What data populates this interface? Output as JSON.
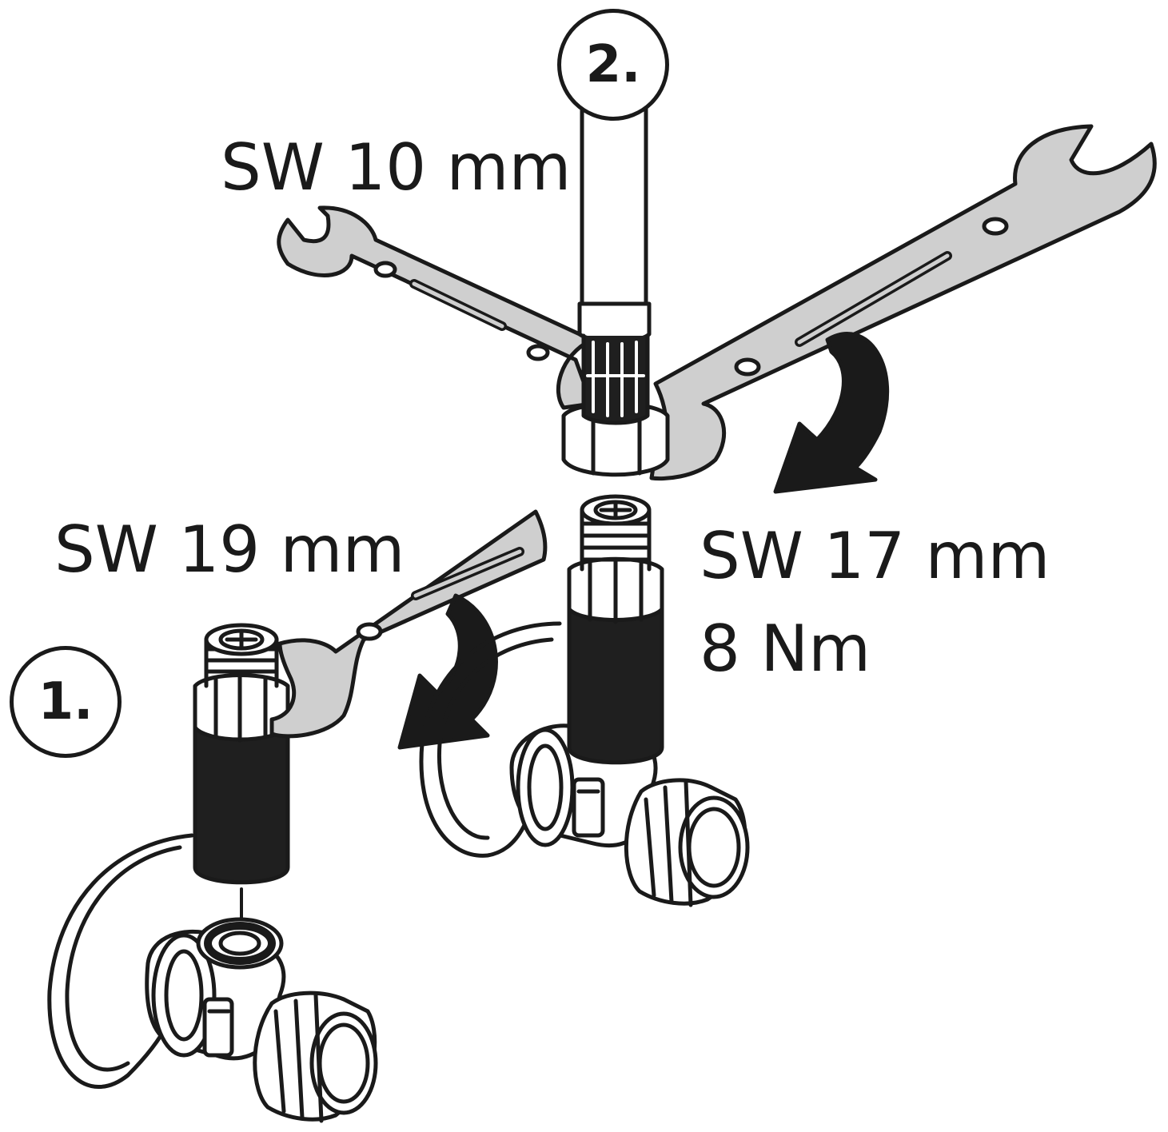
{
  "steps": {
    "one": "1.",
    "two": "2."
  },
  "labels": {
    "wrench_small": "SW 10 mm",
    "wrench_large": "SW 19 mm",
    "wrench_mid": "SW 17 mm",
    "torque": "8 Nm"
  },
  "colors": {
    "ink": "#1a1a1a",
    "steel": "#cfcfcf",
    "hose": "#1f1f1f",
    "paper": "#ffffff"
  }
}
